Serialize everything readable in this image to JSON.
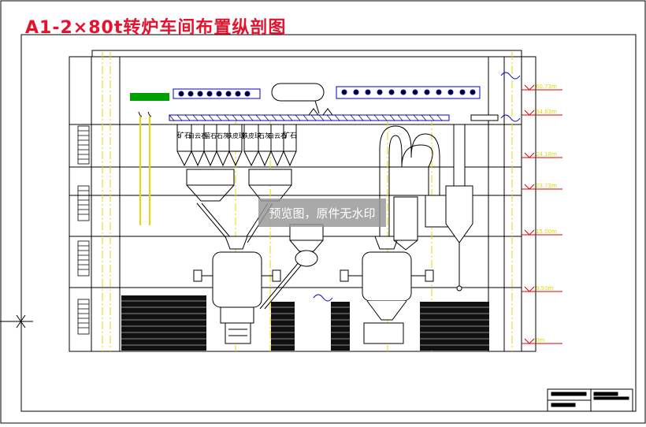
{
  "drawing": {
    "title": "A1-2×80t转炉车间布置纵剖图",
    "watermark": "预览图，原件无水印"
  },
  "labels": {
    "bunker_group_1": [
      "矿石",
      "白云石",
      "萤石",
      "石灰",
      "铁皮球"
    ],
    "bunker_group_2": [
      "铁皮球",
      "石灰",
      "白云石",
      "矿石"
    ]
  },
  "elevations": [
    "60.73m",
    "34.63m",
    "24.18m",
    "23.73m",
    "15.00m",
    "9.50m",
    "0m"
  ],
  "colors": {
    "title": "#e8112d",
    "line": "#000000",
    "yellow": "#e6d800",
    "green": "#00a000",
    "red": "#e00000",
    "blue": "#0000cc",
    "watermark_bg": "#969696"
  }
}
